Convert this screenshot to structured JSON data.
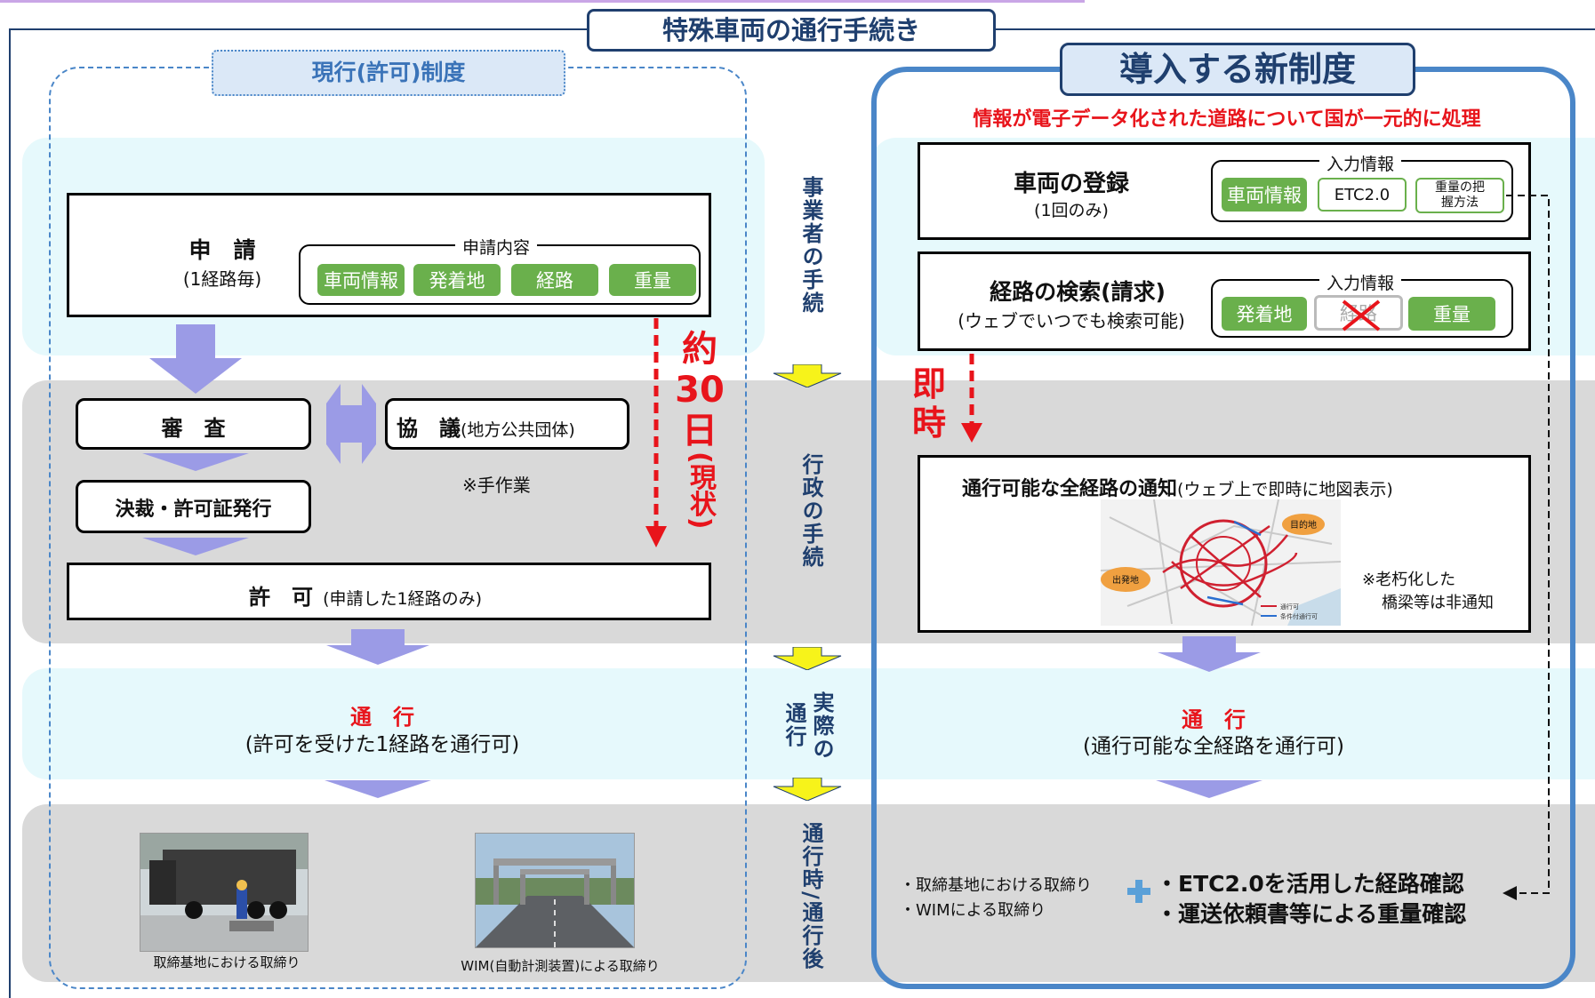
{
  "title": "特殊車両の通行手続き",
  "current": {
    "header": "現行(許可)制度",
    "application": {
      "title": "申　請",
      "sub": "(1経路毎)",
      "contents_label": "申請内容",
      "tags": [
        "車両情報",
        "発着地",
        "経路",
        "重量"
      ]
    },
    "review": "審　査",
    "consult_title": "協　議",
    "consult_sub": "(地方公共団体)",
    "manual_note": "※手作業",
    "decision": "決裁・許可証発行",
    "permit_title": "許　可",
    "permit_sub": "(申請した1経路のみ)",
    "duration_line1": "約",
    "duration_line2": "30",
    "duration_line3": "日",
    "duration_line4": "(現状)",
    "travel_title": "通　行",
    "travel_sub": "(許可を受けた1経路を通行可)",
    "photo1_caption": "取締基地における取締り",
    "photo2_caption": "WIM(自動計測装置)による取締り"
  },
  "phases": {
    "business": "事業者の手続",
    "admin": "行政の手続",
    "actual_line1": "実際の",
    "actual_line2": "通行",
    "during": "通行時/通行後"
  },
  "new": {
    "header": "導入する新制度",
    "subtitle": "情報が電子データ化された道路について国が一元的に処理",
    "registration": {
      "title": "車両の登録",
      "sub": "(1回のみ)",
      "input_label": "入力情報",
      "tags": [
        "車両情報",
        "ETC2.0",
        "重量の把握方法"
      ]
    },
    "search": {
      "title": "経路の検索(請求)",
      "sub": "(ウェブでいつでも検索可能)",
      "input_label": "入力情報",
      "tags": [
        "発着地",
        "経路",
        "重量"
      ]
    },
    "immediate_line1": "即",
    "immediate_line2": "時",
    "notice_title": "通行可能な全経路の通知",
    "notice_sub": "(ウェブ上で即時に地図表示)",
    "map_labels": {
      "destination": "目的地",
      "origin": "出発地",
      "legend1": "通行可",
      "legend2": "条件付通行可"
    },
    "notice_note_line1": "※老朽化した",
    "notice_note_line2": "橋梁等は非通知",
    "travel_title": "通　行",
    "travel_sub": "(通行可能な全経路を通行可)",
    "enforce_left1": "・取締基地における取締り",
    "enforce_left2": "・WIMによる取締り",
    "enforce_right1": "・ETC2.0を活用した経路確認",
    "enforce_right2": "・運送依頼書等による重量確認"
  },
  "colors": {
    "green": "#6ab04c",
    "red": "#e8141b",
    "navy": "#1f3f6e",
    "blue_border": "#4a86c8",
    "arrow_purple": "#9b9be6",
    "arrow_yellow": "#f7f31a"
  }
}
